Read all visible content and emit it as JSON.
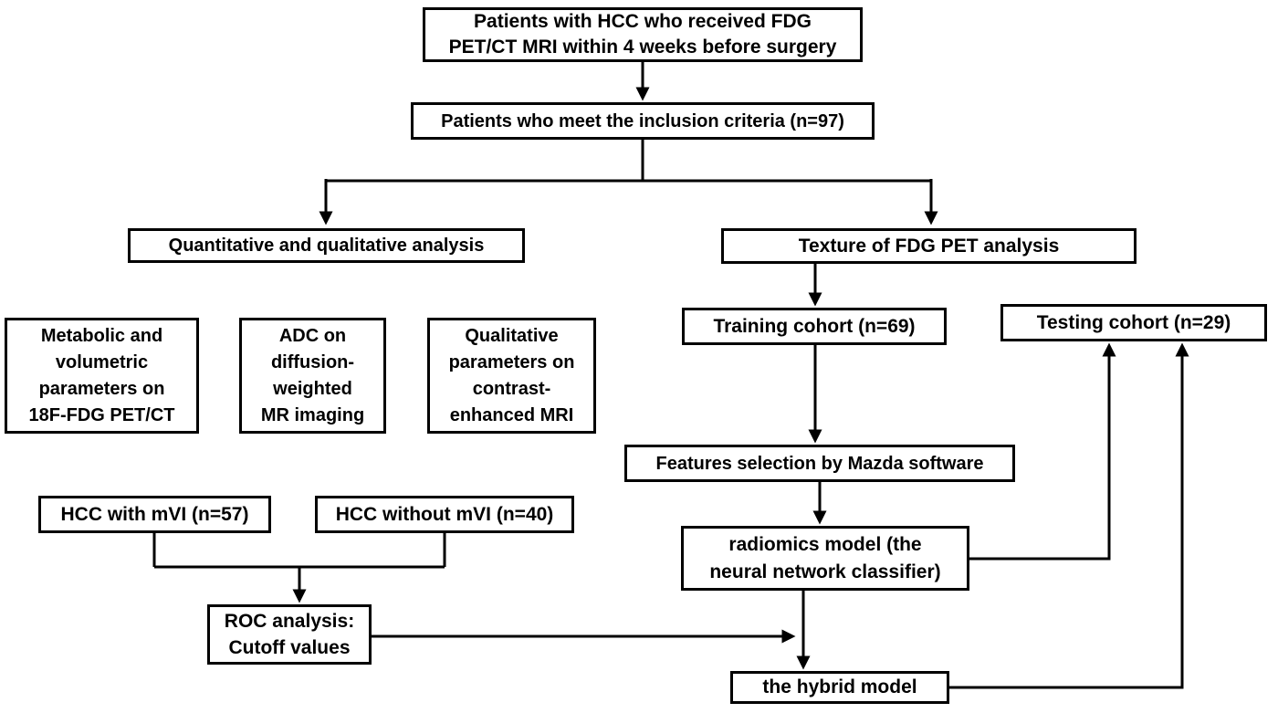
{
  "colors": {
    "ink": "#000000",
    "background": "#ffffff",
    "box_border": "#000000"
  },
  "nodes": {
    "top": {
      "lines": [
        "Patients with HCC who received FDG",
        "PET/CT MRI within 4 weeks before surgery"
      ]
    },
    "inclusion": {
      "label": "Patients who meet the inclusion criteria (n=97)"
    },
    "quant_qual": {
      "label": "Quantitative and qualitative analysis"
    },
    "texture": {
      "label": "Texture of FDG PET analysis"
    },
    "metabolic": {
      "lines": [
        "Metabolic and",
        "volumetric",
        "parameters on",
        "18F-FDG PET/CT"
      ]
    },
    "adc": {
      "lines": [
        "ADC on",
        "diffusion-",
        "weighted",
        "MR imaging"
      ]
    },
    "qualitative": {
      "lines": [
        "Qualitative",
        "parameters on",
        "contrast-",
        "enhanced MRI"
      ]
    },
    "training": {
      "label": "Training cohort (n=69)"
    },
    "testing": {
      "label": "Testing cohort (n=29)"
    },
    "features": {
      "label": "Features selection by Mazda software"
    },
    "hcc_with": {
      "label": "HCC with mVI (n=57)"
    },
    "hcc_without": {
      "label": "HCC without mVI (n=40)"
    },
    "radiomics": {
      "lines": [
        "radiomics model (the",
        "neural network classifier)"
      ]
    },
    "roc": {
      "lines": [
        "ROC analysis:",
        "Cutoff values"
      ]
    },
    "hybrid": {
      "label": "the hybrid model"
    }
  },
  "edges": [
    {
      "from": "top",
      "to": "inclusion"
    },
    {
      "from": "inclusion",
      "to": "quant_qual"
    },
    {
      "from": "inclusion",
      "to": "texture"
    },
    {
      "from": "texture",
      "to": "training"
    },
    {
      "from": "training",
      "to": "features"
    },
    {
      "from": "features",
      "to": "radiomics"
    },
    {
      "from": "radiomics",
      "to": "testing"
    },
    {
      "from": "radiomics",
      "to": "hybrid"
    },
    {
      "from": "hcc_with",
      "to": "roc"
    },
    {
      "from": "hcc_without",
      "to": "roc"
    },
    {
      "from": "roc",
      "to": "hybrid"
    },
    {
      "from": "hybrid",
      "to": "testing"
    }
  ]
}
